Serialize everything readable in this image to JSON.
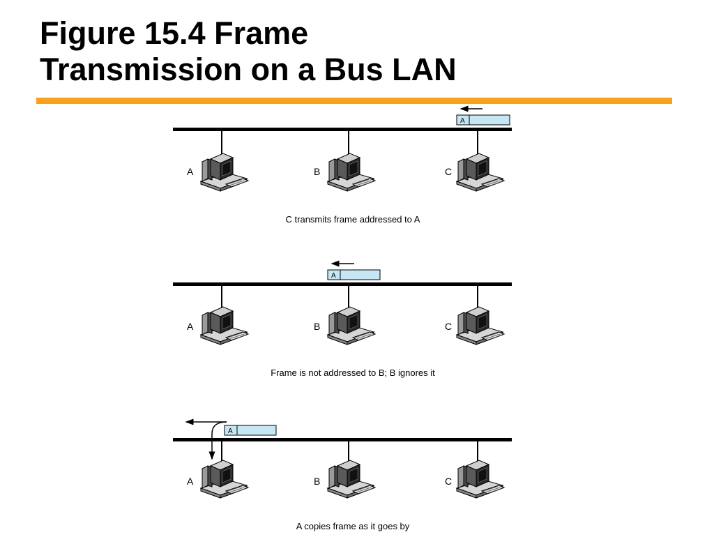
{
  "title": {
    "line1": "Figure 15.4 Frame",
    "line2": "Transmission on a Bus LAN"
  },
  "colors": {
    "accent_rule": "#f7a21b",
    "frame_fill": "#c6e6f4",
    "bus": "#000000"
  },
  "icons": {
    "station": "computer-workstation-icon",
    "direction": "left-arrow-icon"
  },
  "panels": [
    {
      "stations": [
        "A",
        "B",
        "C"
      ],
      "frame_address": "A",
      "caption": "C transmits frame addressed to A"
    },
    {
      "stations": [
        "A",
        "B",
        "C"
      ],
      "frame_address": "A",
      "caption": "Frame is not addressed to B; B ignores it"
    },
    {
      "stations": [
        "A",
        "B",
        "C"
      ],
      "frame_address": "A",
      "caption": "A copies frame as it goes by"
    }
  ]
}
